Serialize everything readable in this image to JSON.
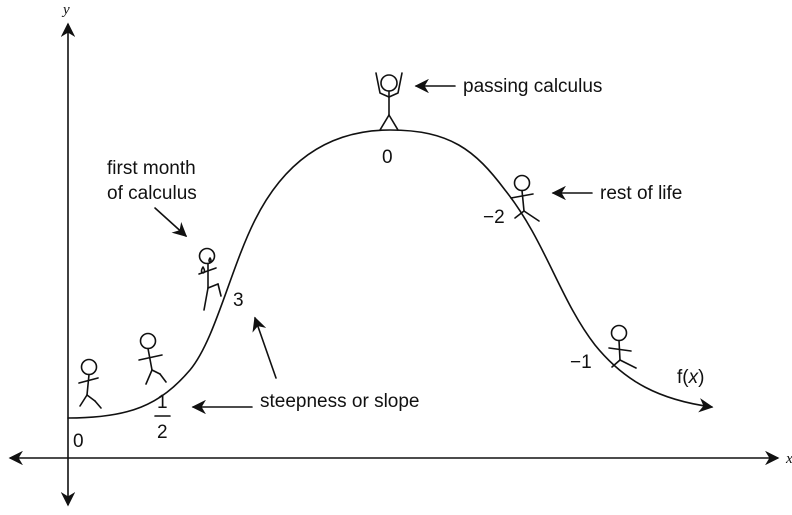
{
  "axes": {
    "x_label": "x",
    "y_label": "y"
  },
  "curve_label_prefix": "f(",
  "curve_label_var": "x",
  "curve_label_suffix": ")",
  "slopes": {
    "start": "0",
    "half_num": "1",
    "half_den": "2",
    "steep": "3",
    "top": "0",
    "descent": "−2",
    "end": "−1"
  },
  "callouts": {
    "first_month_line1": "first month",
    "first_month_line2": "of calculus",
    "passing": "passing calculus",
    "rest_of_life": "rest of life",
    "steepness": "steepness or slope"
  }
}
